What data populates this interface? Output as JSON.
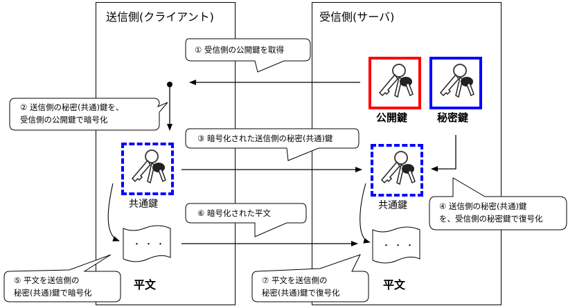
{
  "sender": {
    "title": "送信側(クライアント)"
  },
  "receiver": {
    "title": "受信側(サーバ)"
  },
  "keys": {
    "public_key_label": "公開鍵",
    "private_key_label": "秘密鍵",
    "common_key_label_sender": "共通鍵",
    "common_key_label_receiver": "共通鍵",
    "public_key_border_color": "#ff0000",
    "private_key_border_color": "#0000ff",
    "common_key_border_color": "#0000ff"
  },
  "documents": {
    "sender_plaintext_label": "平文",
    "receiver_plaintext_label": "平文",
    "dots": "・・・"
  },
  "steps": [
    {
      "number": "①",
      "lines": [
        "① 受信側の公開鍵を取得"
      ]
    },
    {
      "number": "②",
      "lines": [
        "② 送信側の秘密(共通)鍵を、",
        "受信側の公開鍵で暗号化"
      ]
    },
    {
      "number": "③",
      "lines": [
        "③ 暗号化された送信側の秘密(共通)鍵"
      ]
    },
    {
      "number": "④",
      "lines": [
        "④  送信側の秘密(共通)鍵",
        "を、受信側の秘密鍵で復号化"
      ]
    },
    {
      "number": "⑤",
      "lines": [
        "⑤ 平文を送信側の",
        "秘密(共通)鍵で暗号化"
      ]
    },
    {
      "number": "⑥",
      "lines": [
        "⑥ 暗号化された平文"
      ]
    },
    {
      "number": "⑦",
      "lines": [
        "⑦ 平文を送信側の",
        "秘密(共通)鍵で復号化"
      ]
    }
  ]
}
